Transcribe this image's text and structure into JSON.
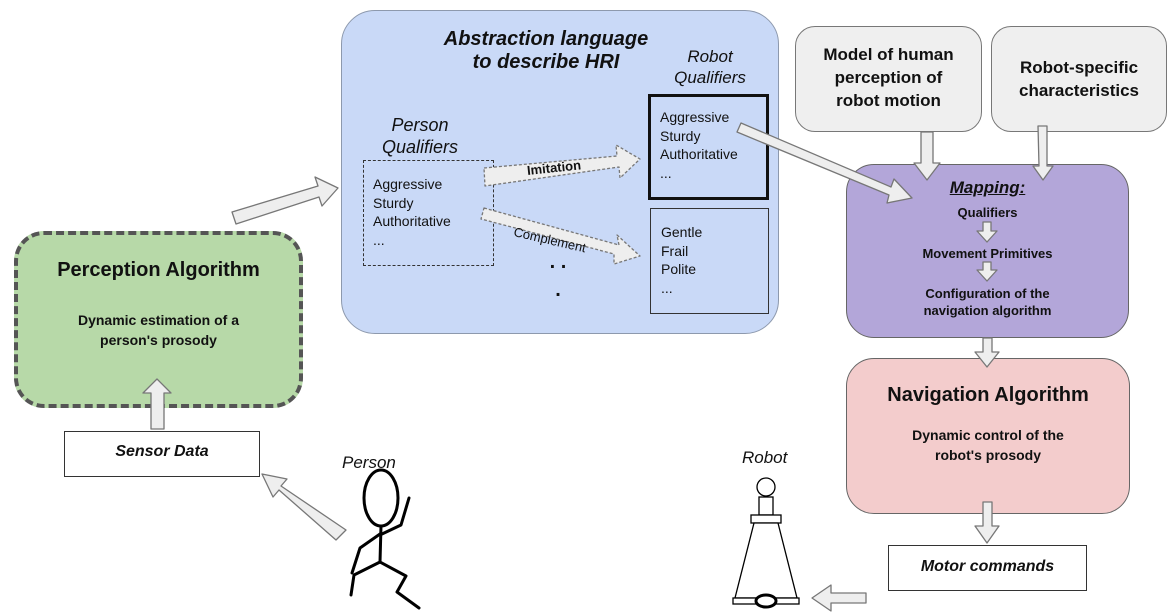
{
  "abstraction": {
    "title": "Abstraction language to describe HRI",
    "title_line1": "Abstraction language",
    "title_line2": "to describe HRI",
    "dots": ". . ."
  },
  "person_qualifiers": {
    "label_line1": "Person",
    "label_line2": "Qualifiers",
    "items": [
      "Aggressive",
      "Sturdy",
      "Authoritative",
      "..."
    ]
  },
  "robot_qualifiers": {
    "label_line1": "Robot",
    "label_line2": "Qualifiers",
    "imitation_items": [
      "Aggressive",
      "Sturdy",
      "Authoritative",
      "..."
    ],
    "complement_items": [
      "Gentle",
      "Frail",
      "Polite",
      "..."
    ]
  },
  "arrows": {
    "imitation": "Imitation",
    "complement": "Complement"
  },
  "perception": {
    "title": "Perception Algorithm",
    "desc_line1": "Dynamic estimation of a",
    "desc_line2": "person's prosody"
  },
  "sensor": {
    "label": "Sensor Data"
  },
  "person": {
    "label": "Person"
  },
  "model": {
    "line1": "Model of human",
    "line2": "perception of",
    "line3": "robot motion"
  },
  "robot_specific": {
    "line1": "Robot-specific",
    "line2": "characteristics"
  },
  "mapping": {
    "title": "Mapping:",
    "step1": "Qualifiers",
    "step2": "Movement Primitives",
    "step3_line1": "Configuration of the",
    "step3_line2": "navigation algorithm"
  },
  "navigation": {
    "title": "Navigation Algorithm",
    "desc_line1": "Dynamic control of the",
    "desc_line2": "robot's prosody"
  },
  "robot": {
    "label": "Robot"
  },
  "motor": {
    "label": "Motor commands"
  },
  "colors": {
    "abstraction_fill": "#c9d9f7",
    "perception_fill": "#b7d9a8",
    "mapping_fill": "#b3a6d9",
    "navigation_fill": "#f3cccc",
    "input_fill": "#efefef",
    "arrow_fill": "#eeeeee"
  }
}
